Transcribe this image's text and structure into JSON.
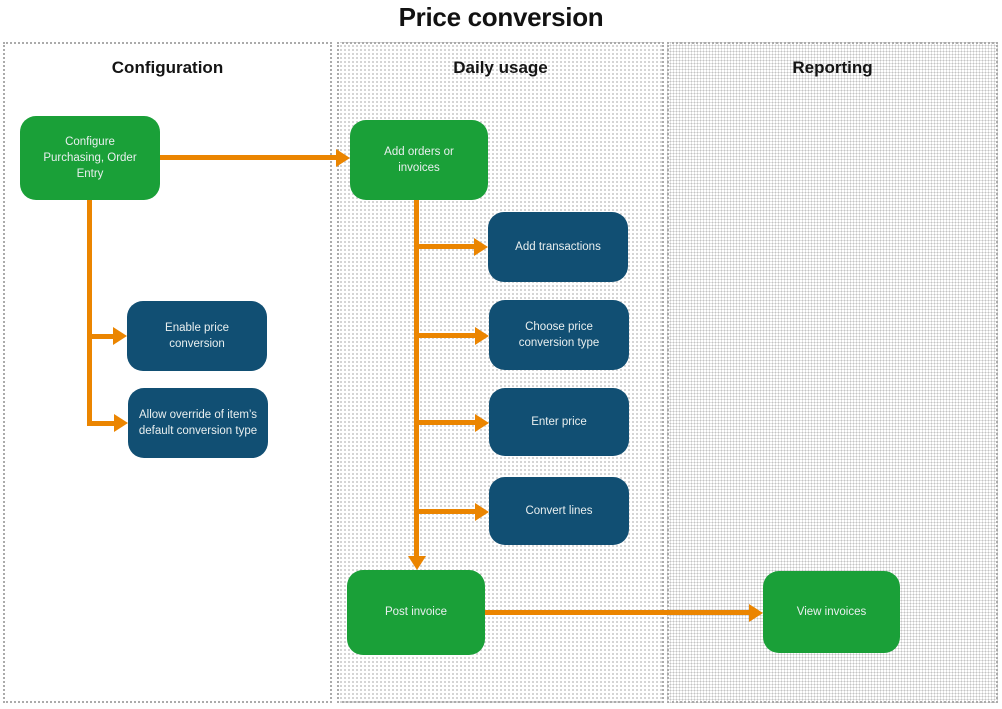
{
  "title": "Price conversion",
  "colors": {
    "green": "#1aa038",
    "blue": "#114f73",
    "orange": "#eb8500"
  },
  "lanes": [
    {
      "label": "Configuration"
    },
    {
      "label": "Daily usage"
    },
    {
      "label": "Reporting"
    }
  ],
  "nodes": {
    "configure": {
      "label": "Configure Purchasing, Order Entry",
      "color": "green",
      "lane": "Configuration"
    },
    "enable_price_conversion": {
      "label": "Enable price conversion",
      "color": "blue",
      "lane": "Configuration"
    },
    "allow_override": {
      "label": "Allow override of item’s default conversion type",
      "color": "blue",
      "lane": "Configuration"
    },
    "add_orders": {
      "label": "Add orders or invoices",
      "color": "green",
      "lane": "Daily usage"
    },
    "add_transactions": {
      "label": "Add transactions",
      "color": "blue",
      "lane": "Daily usage"
    },
    "choose_type": {
      "label": "Choose price conversion type",
      "color": "blue",
      "lane": "Daily usage"
    },
    "enter_price": {
      "label": "Enter price",
      "color": "blue",
      "lane": "Daily usage"
    },
    "convert_lines": {
      "label": "Convert lines",
      "color": "blue",
      "lane": "Daily usage"
    },
    "post_invoice": {
      "label": "Post invoice",
      "color": "green",
      "lane": "Daily usage"
    },
    "view_invoices": {
      "label": "View invoices",
      "color": "green",
      "lane": "Reporting"
    }
  },
  "edges": [
    {
      "from": "configure",
      "to": "add_orders"
    },
    {
      "from": "configure",
      "to": "enable_price_conversion"
    },
    {
      "from": "configure",
      "to": "allow_override"
    },
    {
      "from": "add_orders",
      "to": "add_transactions"
    },
    {
      "from": "add_orders",
      "to": "choose_type"
    },
    {
      "from": "add_orders",
      "to": "enter_price"
    },
    {
      "from": "add_orders",
      "to": "convert_lines"
    },
    {
      "from": "add_orders",
      "to": "post_invoice"
    },
    {
      "from": "post_invoice",
      "to": "view_invoices"
    }
  ]
}
